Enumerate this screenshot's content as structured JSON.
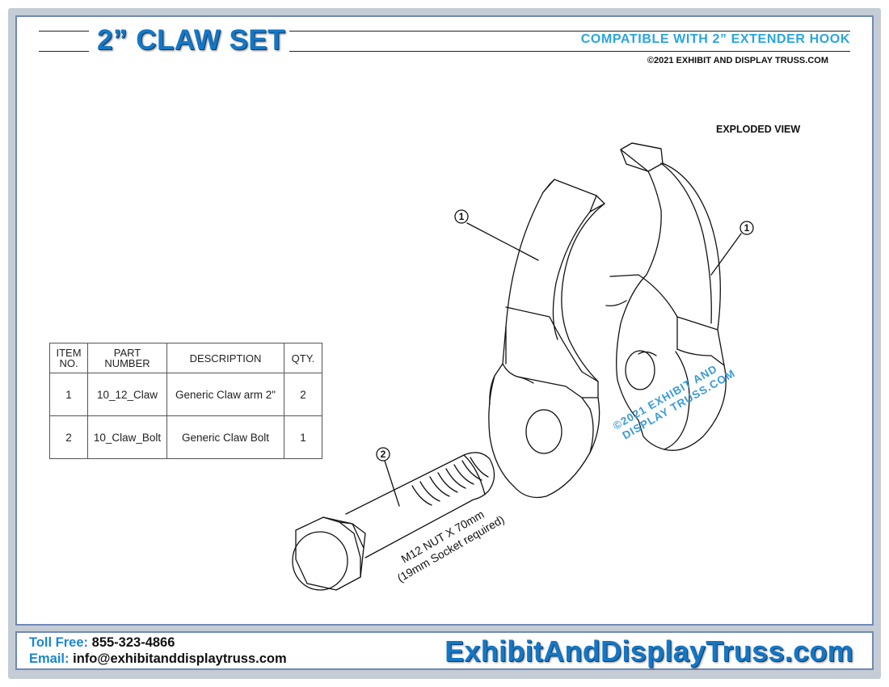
{
  "header": {
    "title": "2” CLAW SET",
    "compatibility": "COMPATIBLE WITH 2” EXTENDER HOOK",
    "copyright": "©2021 EXHIBIT AND DISPLAY TRUSS.COM"
  },
  "view_label": "EXPLODED VIEW",
  "bom": {
    "headers": {
      "item_no_line1": "ITEM",
      "item_no_line2": "NO.",
      "part_number": "PART NUMBER",
      "description": "DESCRIPTION",
      "qty": "QTY."
    },
    "rows": [
      {
        "item": "1",
        "part": "10_12_Claw",
        "description": "Generic Claw arm 2\"",
        "qty": "2"
      },
      {
        "item": "2",
        "part": "10_Claw_Bolt",
        "description": "Generic Claw Bolt",
        "qty": "1"
      }
    ]
  },
  "drawing": {
    "balloons": {
      "claw_left": "1",
      "claw_right": "1",
      "bolt": "2"
    },
    "bolt_note_line1": "M12 NUT X 70mm",
    "bolt_note_line2": "(19mm Socket required)",
    "watermark_line1": "©2021 EXHIBIT AND",
    "watermark_line2": "DISPLAY TRUSS.COM"
  },
  "footer": {
    "toll_free_label": "Toll Free:",
    "toll_free_value": "855-323-4866",
    "email_label": "Email:",
    "email_value": "info@exhibitanddisplaytruss.com",
    "brand": "ExhibitAndDisplayTruss.com"
  },
  "colors": {
    "brand_blue": "#1577c4",
    "accent_cyan": "#29a5e0",
    "frame_blue": "#6f89b8",
    "frame_gray": "#c4ccd6"
  }
}
